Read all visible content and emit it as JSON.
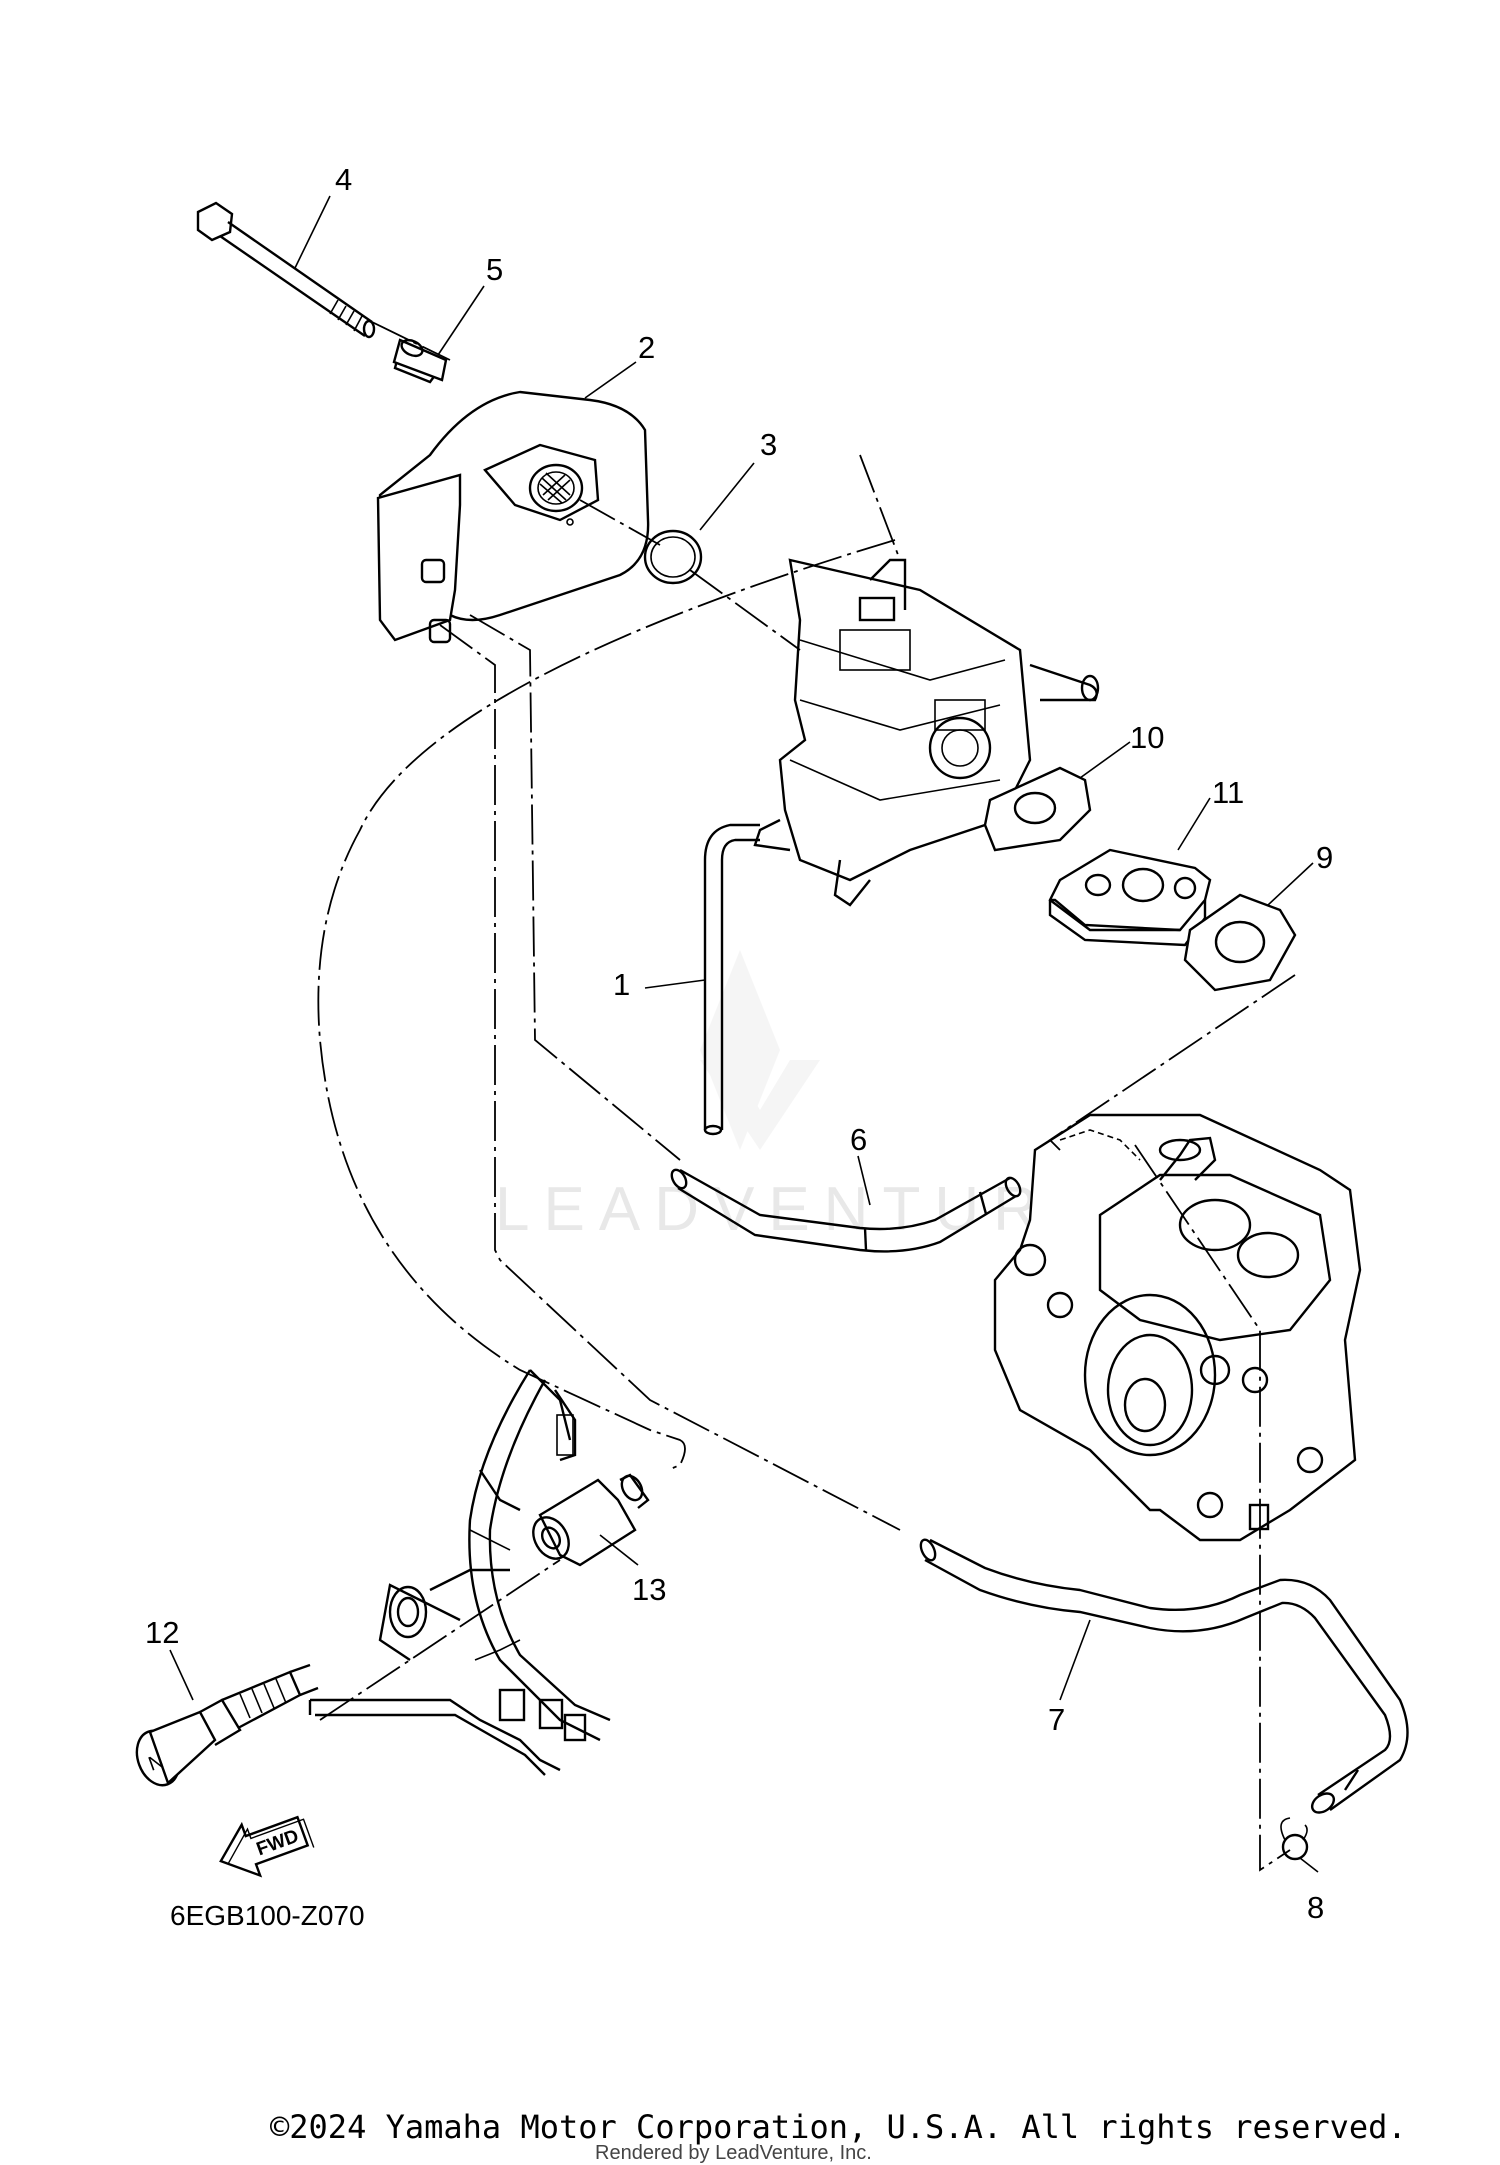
{
  "diagram": {
    "part_labels": [
      {
        "id": "1",
        "text": "1"
      },
      {
        "id": "2",
        "text": "2"
      },
      {
        "id": "3",
        "text": "3"
      },
      {
        "id": "4",
        "text": "4"
      },
      {
        "id": "5",
        "text": "5"
      },
      {
        "id": "6",
        "text": "6"
      },
      {
        "id": "7",
        "text": "7"
      },
      {
        "id": "8",
        "text": "8"
      },
      {
        "id": "9",
        "text": "9"
      },
      {
        "id": "10",
        "text": "10"
      },
      {
        "id": "11",
        "text": "11"
      },
      {
        "id": "12",
        "text": "12"
      },
      {
        "id": "13",
        "text": "13"
      }
    ],
    "direction_badge": "FWD",
    "diagram_code": "6EGB100-Z070",
    "watermark": "LEADVENTURE",
    "copyright": "©2024 Yamaha Motor Corporation, U.S.A. All rights reserved.",
    "rendered_by": "Rendered by LeadVenture, Inc."
  }
}
